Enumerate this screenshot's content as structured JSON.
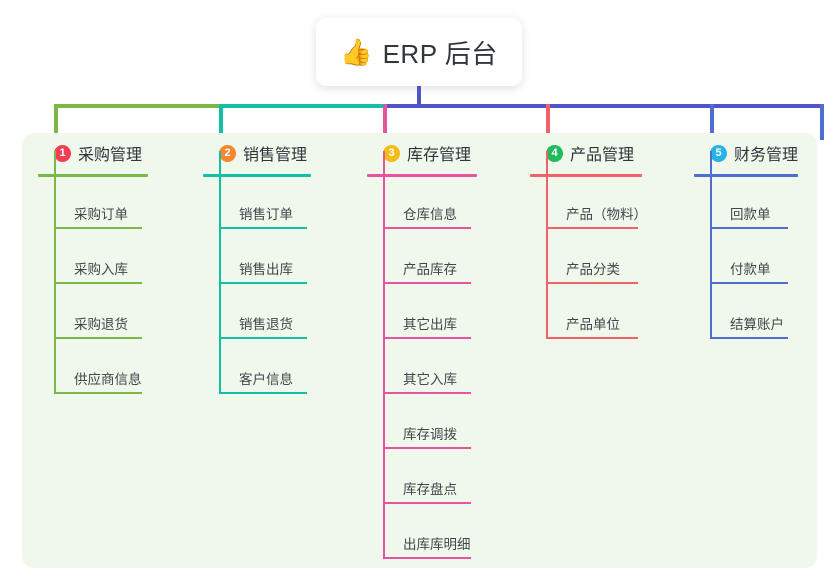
{
  "root": {
    "icon": "thumbs-up-icon",
    "icon_glyph": "👍",
    "title": "ERP 后台"
  },
  "colors": {
    "panel_bg": "#f0f8ec",
    "stem": "#4f54c8",
    "column1": "#7ab648",
    "column2": "#13bfa6",
    "column3": "#e6539e",
    "column4": "#f0616a",
    "column5": "#4f6fd0",
    "badge1": "#ef4055",
    "badge2": "#f5872e",
    "badge3": "#f5bb17",
    "badge4": "#22bb5b",
    "badge5": "#26b3e8"
  },
  "columns": [
    {
      "number": "1",
      "title": "采购管理",
      "badge_color": "#ef4055",
      "line_color": "#7ab648",
      "items": [
        "采购订单",
        "采购入库",
        "采购退货",
        "供应商信息"
      ]
    },
    {
      "number": "2",
      "title": "销售管理",
      "badge_color": "#f5872e",
      "line_color": "#13bfa6",
      "items": [
        "销售订单",
        "销售出库",
        "销售退货",
        "客户信息"
      ]
    },
    {
      "number": "3",
      "title": "库存管理",
      "badge_color": "#f5bb17",
      "line_color": "#e6539e",
      "items": [
        "仓库信息",
        "产品库存",
        "其它出库",
        "其它入库",
        "库存调拨",
        "库存盘点",
        "出库库明细"
      ]
    },
    {
      "number": "4",
      "title": "产品管理",
      "badge_color": "#22bb5b",
      "line_color": "#f0616a",
      "items": [
        "产品（物料）",
        "产品分类",
        "产品单位"
      ]
    },
    {
      "number": "5",
      "title": "财务管理",
      "badge_color": "#26b3e8",
      "line_color": "#4f6fd0",
      "items": [
        "回款单",
        "付款单",
        "结算账户"
      ]
    }
  ]
}
